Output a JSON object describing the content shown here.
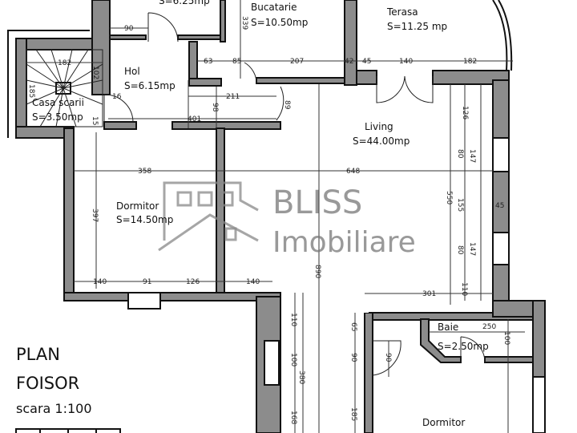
{
  "plan": {
    "title_line1": "PLAN",
    "title_line2": "FOISOR",
    "scale": "scara 1:100"
  },
  "watermark": {
    "brand": "BLISS",
    "subtitle": "Imobiliare",
    "color": "#777777"
  },
  "rooms": [
    {
      "name": "",
      "area": "S=6.25mp"
    },
    {
      "name": "Bucatarie",
      "area": "S=10.50mp"
    },
    {
      "name": "Terasa",
      "area": "S=11.25 mp"
    },
    {
      "name": "Hol",
      "area": "S=6.15mp"
    },
    {
      "name": "Casa scarii",
      "area": "S=3.50mp"
    },
    {
      "name": "Dormitor",
      "area": "S=14.50mp"
    },
    {
      "name": "Living",
      "area": "S=44.00mp"
    },
    {
      "name": "Baie",
      "area": "S=2.50mp"
    },
    {
      "name": "Dormitor",
      "area": ""
    }
  ],
  "dimensions": [
    "90",
    "339",
    "63",
    "85",
    "207",
    "42",
    "45",
    "140",
    "182",
    "182",
    "185",
    "102",
    "16",
    "211",
    "98",
    "401",
    "15",
    "89",
    "126",
    "358",
    "648",
    "80",
    "147",
    "550",
    "155",
    "45",
    "397",
    "80",
    "147",
    "890",
    "140",
    "91",
    "126",
    "140",
    "301",
    "110",
    "110",
    "100",
    "380",
    "168",
    "65",
    "90",
    "90",
    "185",
    "250",
    "100"
  ],
  "colors": {
    "wall_fill": "#8c8c8c",
    "line": "#111111"
  }
}
